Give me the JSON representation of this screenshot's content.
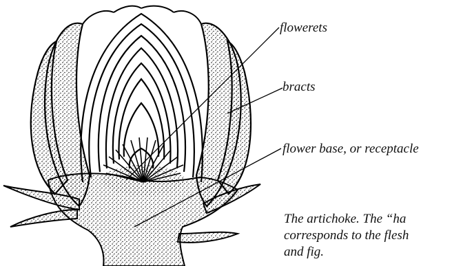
{
  "labels": {
    "florets": "flowerets",
    "bracts": "bracts",
    "base": "flower base, or receptacle"
  },
  "caption": {
    "line1": "The artichoke. The “ha",
    "line2": "corresponds to the flesh",
    "line3": "and fig."
  }
}
